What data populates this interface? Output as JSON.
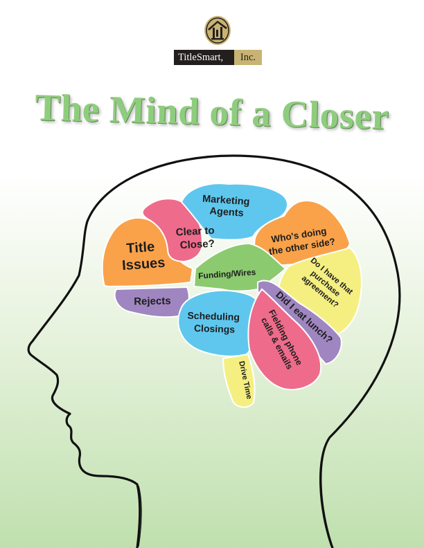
{
  "brand": {
    "name": "TitleSmart,",
    "suffix": "Inc.",
    "logo_icon": "house-roof-emblem-icon"
  },
  "title": "The Mind of a Closer",
  "colors": {
    "title_green": "#8fcd7e",
    "orange": "#f9a24a",
    "pink": "#ee6b8b",
    "blue": "#5fc7ee",
    "green": "#8cca6f",
    "purple": "#9f86c0",
    "yellow": "#f5ef82"
  },
  "brain_regions": [
    {
      "id": "title-issues",
      "lines": [
        "Title",
        "Issues"
      ]
    },
    {
      "id": "clear-to-close",
      "lines": [
        "Clear to",
        "Close?"
      ]
    },
    {
      "id": "marketing-agents",
      "lines": [
        "Marketing",
        "Agents"
      ]
    },
    {
      "id": "whos-doing",
      "lines": [
        "Who's doing",
        "the other side?"
      ]
    },
    {
      "id": "funding-wires",
      "lines": [
        "Funding/Wires"
      ]
    },
    {
      "id": "rejects",
      "lines": [
        "Rejects"
      ]
    },
    {
      "id": "purchase-agreement",
      "lines": [
        "Do I have that",
        "purchase",
        "agreement?"
      ]
    },
    {
      "id": "eat-lunch",
      "lines": [
        "Did I eat lunch?"
      ]
    },
    {
      "id": "scheduling-closings",
      "lines": [
        "Scheduling",
        "Closings"
      ]
    },
    {
      "id": "fielding-phone",
      "lines": [
        "Fielding phone",
        "calls & emails"
      ]
    },
    {
      "id": "drive-time",
      "lines": [
        "Drive Time"
      ]
    }
  ]
}
